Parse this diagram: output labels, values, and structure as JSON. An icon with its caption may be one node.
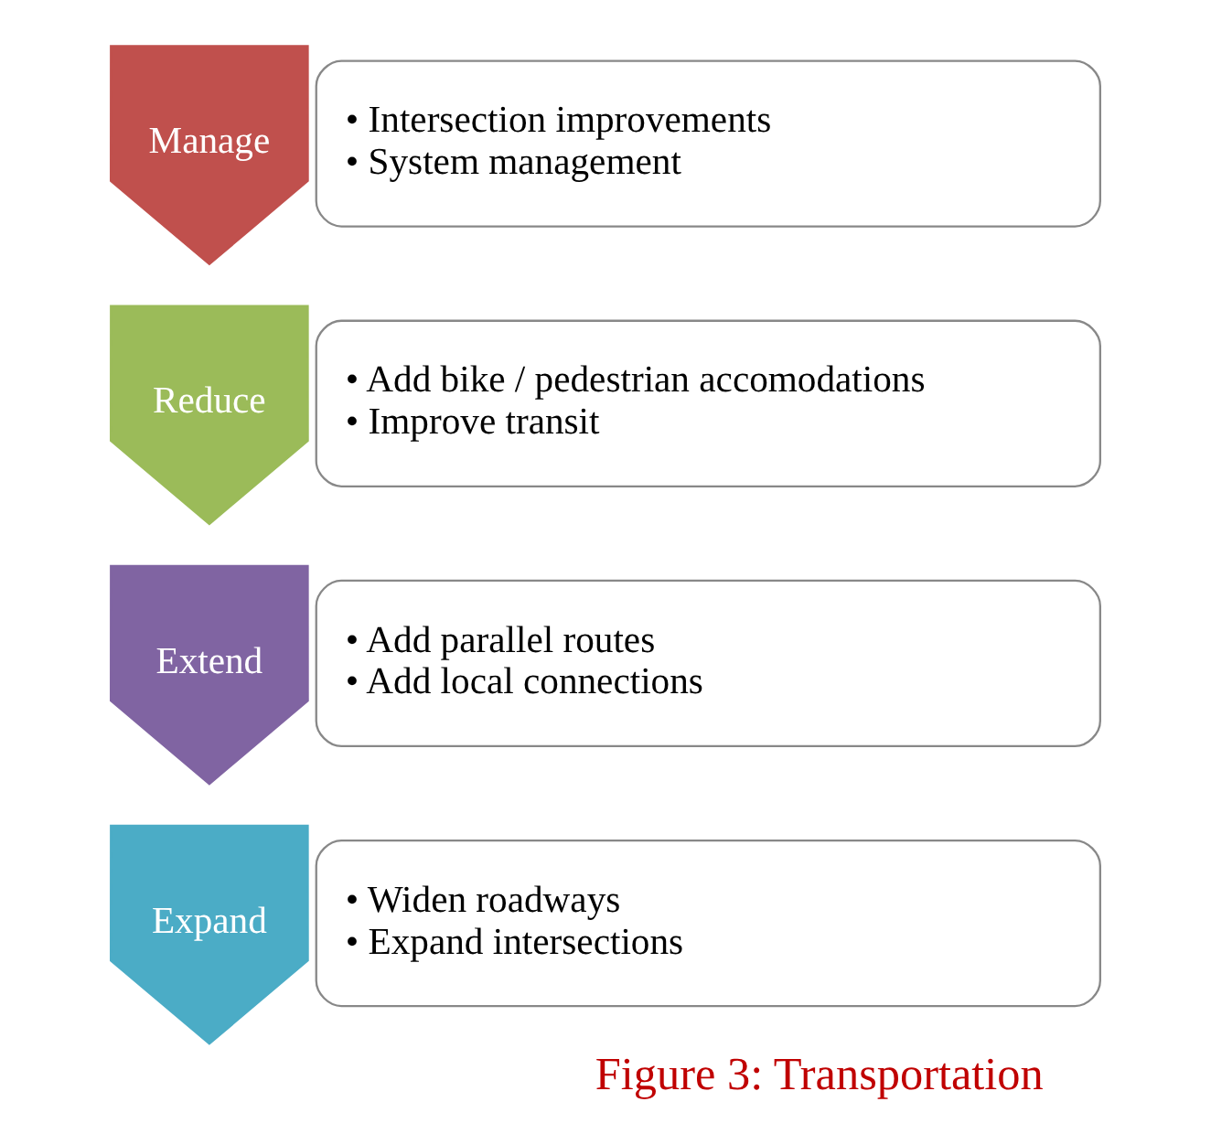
{
  "diagram": {
    "caption": "Figure 3: Transportation",
    "nodes": [
      {
        "text": [
          "Manage"
        ]
      },
      {
        "text": [
          "• Intersection improvements",
          "• System management"
        ]
      },
      {
        "text": [
          "Reduce"
        ]
      },
      {
        "text": [
          "• Add bike / pedestrian accomodations",
          "• Improve transit"
        ]
      },
      {
        "text": [
          "Extend"
        ]
      },
      {
        "text": [
          "• Add parallel routes",
          "• Add local connections"
        ]
      },
      {
        "text": [
          "Expand"
        ]
      },
      {
        "text": [
          "• Widen roadways",
          "• Expand intersections"
        ]
      }
    ]
  }
}
